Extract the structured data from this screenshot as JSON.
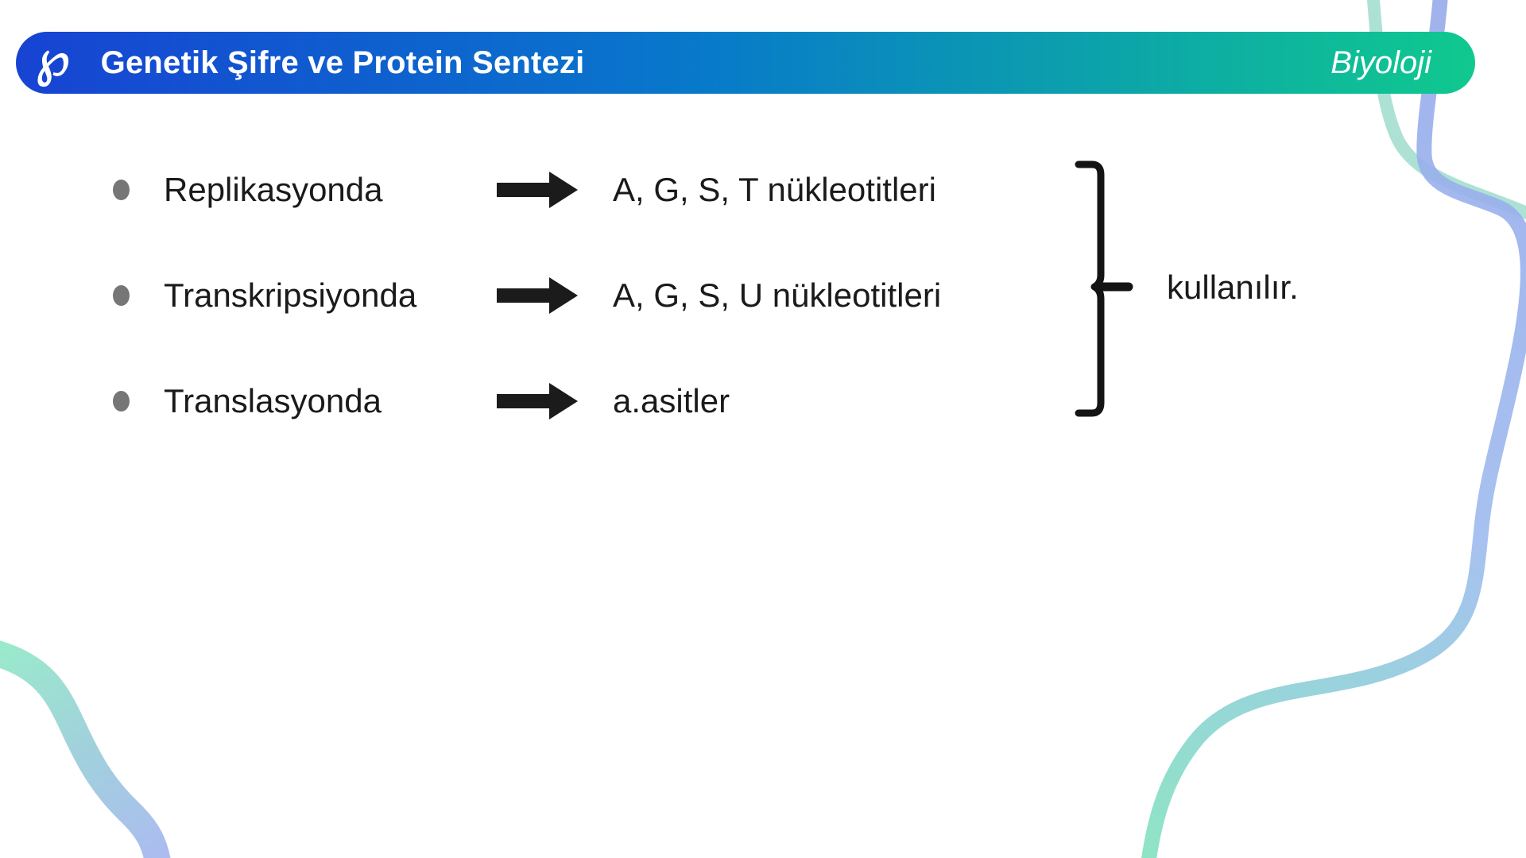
{
  "header": {
    "logo_glyph": "℘",
    "title": "Genetik Şifre ve Protein Sentezi",
    "subject": "Biyoloji"
  },
  "content": {
    "items": [
      {
        "label": "Replikasyonda",
        "result": "A, G, S, T nükleotitleri"
      },
      {
        "label": "Transkripsiyonda",
        "result": "A, G, S, U nükleotitleri"
      },
      {
        "label": "Translasyonda",
        "result": "a.asitler"
      }
    ],
    "conclusion": "kullanılır."
  },
  "icons": {
    "bullet": "bullet-dot",
    "arrow": "right-block-arrow",
    "brace": "closing-curly-brace"
  },
  "colors": {
    "header_gradient_left": "#1743D3",
    "header_gradient_mid": "#0878CB",
    "header_gradient_right": "#10C98E",
    "text": "#1a1a1a",
    "bullet": "#767676",
    "arrow": "#1b1b1b",
    "brace": "#141414",
    "curve_blue": "#96A8EB",
    "curve_teal": "#8FE0C6"
  }
}
